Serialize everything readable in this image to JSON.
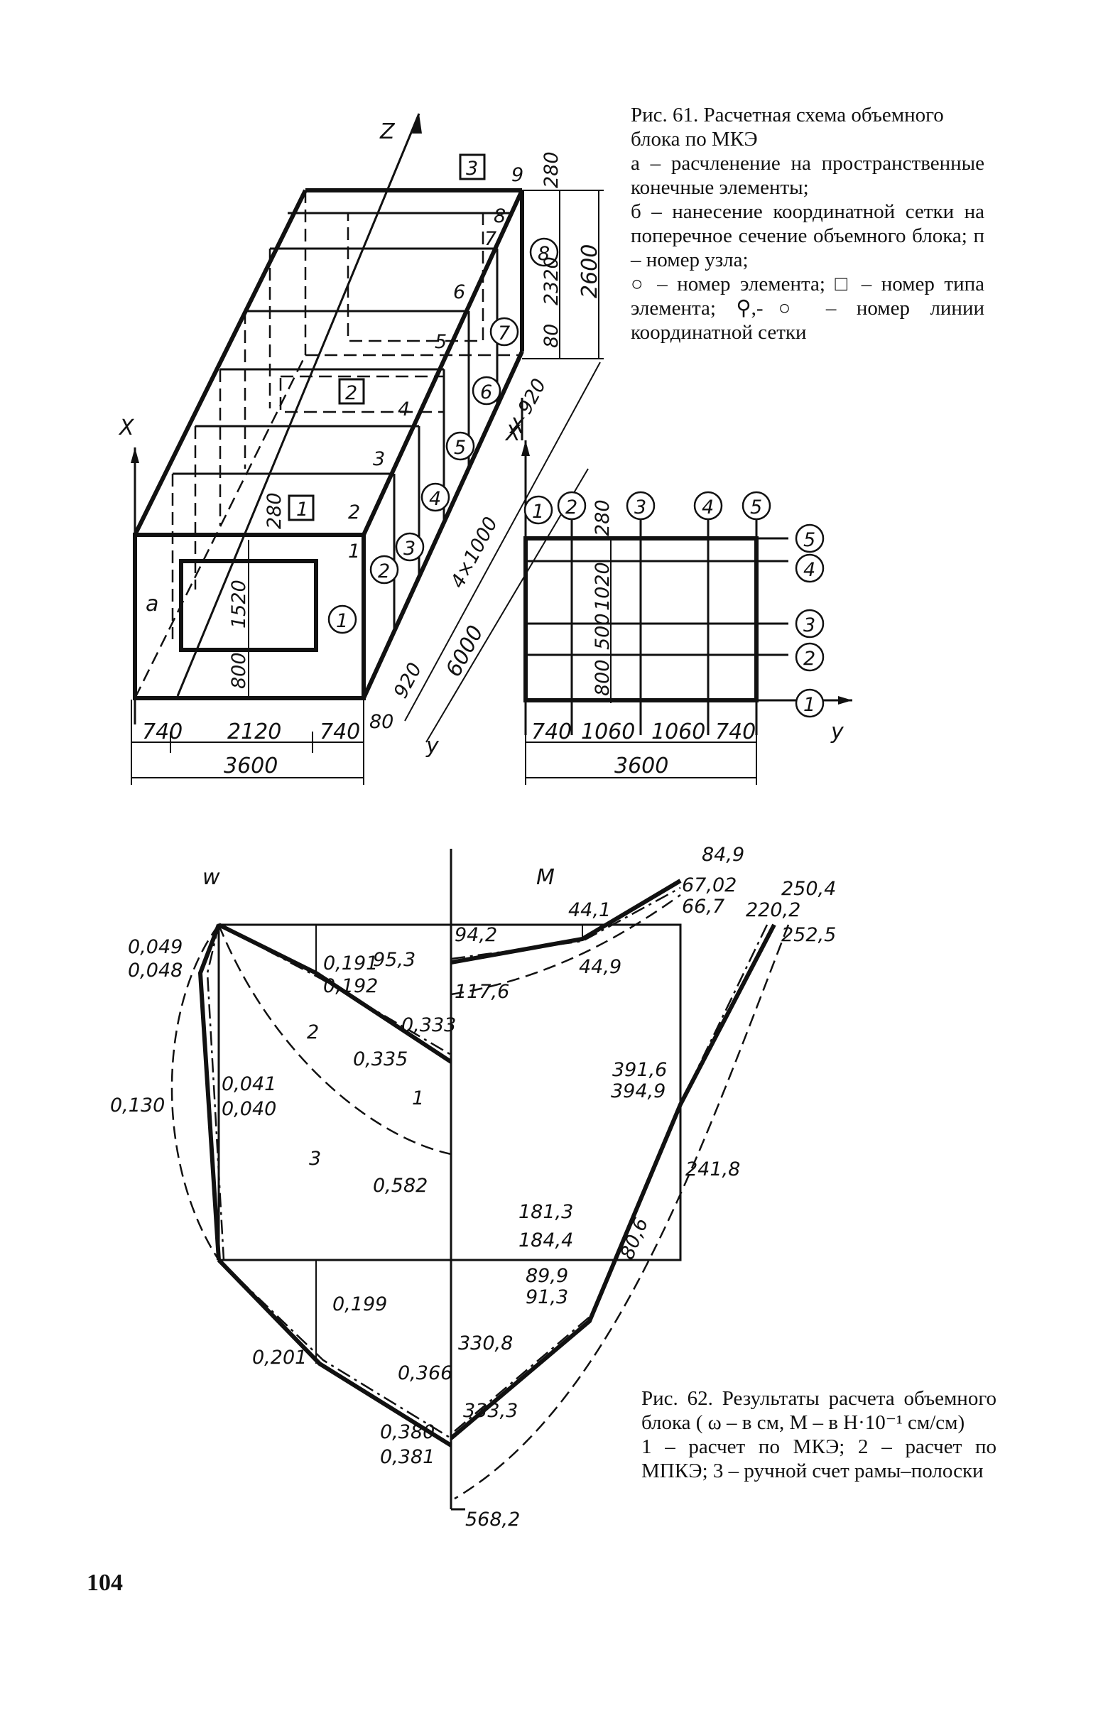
{
  "fig61": {
    "caption_title": "Рис. 61. Расчетная схема объемного блока по МКЭ",
    "caption_lines": [
      "а – расчленение на пространственные конечные элементы;",
      "б – нанесение координатной сетки на поперечное сечение объемного блока; п – номер узла;",
      "○ – номер элемента; □ – номер типа элемента; ⚲,-○ – номер линии координатной сетки"
    ],
    "axes": {
      "z": "Z",
      "x": "X",
      "y": "y"
    },
    "element_types": [
      "1",
      "2",
      "3"
    ],
    "node_numbers": [
      "1",
      "2",
      "3",
      "4",
      "5",
      "6",
      "7",
      "8",
      "9"
    ],
    "element_numbers": [
      "1",
      "2",
      "3",
      "4",
      "5",
      "6",
      "7",
      "8"
    ],
    "grid_lines_vertical": [
      "1",
      "2",
      "3",
      "4",
      "5"
    ],
    "grid_lines_horizontal": [
      "1",
      "2",
      "3",
      "4",
      "5"
    ],
    "part_label": "a",
    "dims_3d": {
      "bottom": [
        "740",
        "2120",
        "740"
      ],
      "total_width": "3600",
      "end": "80",
      "height_parts": [
        "800",
        "1520",
        "280"
      ],
      "right_vertical": [
        "280",
        "2320",
        "80"
      ],
      "right_total": "2600",
      "diag": [
        "920",
        "4×1000",
        "920"
      ],
      "length": "6000"
    },
    "dims_section": {
      "bottom": [
        "740",
        "1060",
        "1060",
        "740"
      ],
      "total_width": "3600",
      "vertical": [
        "800",
        "500",
        "1020",
        "280"
      ]
    }
  },
  "fig62": {
    "caption_title": "Рис. 62. Результаты расчета объемного блока ( ω – в см, М – в Н·10⁻¹ см/см)",
    "caption_lines": [
      "1 – расчет по МКЭ; 2 – расчет по МПКЭ; 3 – ручной счет рамы–полоски"
    ],
    "axis_labels": {
      "w": "w",
      "m": "M"
    },
    "curve_labels": [
      "1",
      "2",
      "3"
    ],
    "w_values": [
      "0,049",
      "0,048",
      "0,130",
      "0,041",
      "0,040",
      "0,191",
      "0,192",
      "0,333",
      "0,335",
      "0,582",
      "0,199",
      "0,201",
      "0,366",
      "0,380",
      "0,381"
    ],
    "m_values": [
      "84,9",
      "67,02",
      "66,7",
      "250,4",
      "220,2",
      "252,5",
      "44,1",
      "94,2",
      "95,3",
      "44,9",
      "117,6",
      "391,6",
      "394,9",
      "241,8",
      "181,3",
      "184,4",
      "80,6",
      "89,9",
      "91,3",
      "330,8",
      "333,3",
      "568,2"
    ]
  },
  "page_number": "104"
}
